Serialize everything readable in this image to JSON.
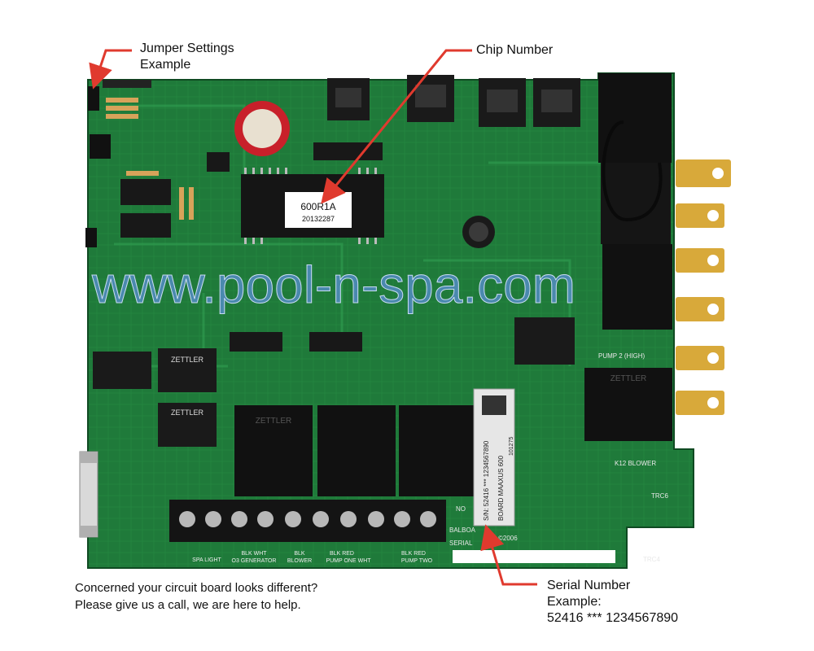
{
  "callouts": {
    "jumper_line1": "Jumper Settings",
    "jumper_line2": "Example",
    "chip": "Chip Number",
    "serial_line1": "Serial Number",
    "serial_line2": "Example:",
    "serial_line3": "52416 *** 1234567890"
  },
  "help_text": {
    "line1": "Concerned your circuit board looks different?",
    "line2": "Please give us a call, we are here to help."
  },
  "watermark": "www.pool-n-spa.com",
  "chip_label": {
    "line1": "600R1A",
    "line2": "20132287"
  },
  "serial_sticker": {
    "line1": "S/N: 52416 *** 1234567890",
    "line2": "BOARD  MAAXUS  600",
    "barcode_num": "101275"
  },
  "relay_brand": "ZETTLER",
  "terminal_labels": [
    "SPA LIGHT",
    "BLK  WHT",
    "O3 GENERATOR",
    "BLK",
    "BLOWER",
    "BLK  RED",
    "PUMP ONE  WHT",
    "BLK  RED",
    "PUMP TWO"
  ],
  "board_text": {
    "balboa": "BALBOA",
    "serial_label": "SERIAL",
    "year": "©2006",
    "k12": "K12 BLOWER",
    "pump2": "PUMP 2 (HIGH)",
    "trc6": "TRC6",
    "trc4": "TRC4",
    "no": "NO"
  },
  "colors": {
    "pcb": "#1f7a3a",
    "pcb_dark": "#14582a",
    "arrow": "#e03a2e",
    "watermark": "#5a8fd6"
  }
}
